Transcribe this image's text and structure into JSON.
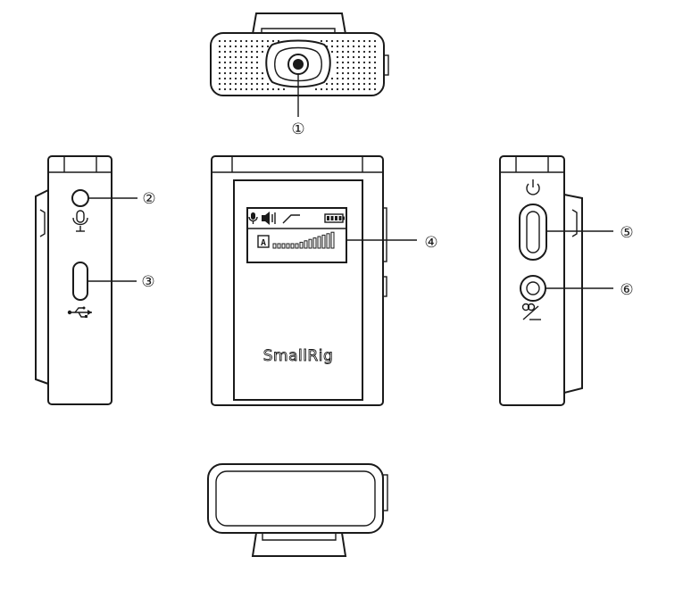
{
  "callouts": [
    "①",
    "②",
    "③",
    "④",
    "⑤",
    "⑥"
  ],
  "brand_logo": "SmallRig",
  "screen": {
    "channel_letter": "A",
    "level_bars": 14,
    "icons": [
      "microphone-icon",
      "speaker-icon",
      "noise-cancel-icon",
      "battery-icon"
    ]
  },
  "port_icons": [
    "microphone-icon",
    "usb-icon",
    "power-icon",
    "link-icon"
  ],
  "colors": {
    "line": "#1a1a1a",
    "background": "#ffffff"
  }
}
